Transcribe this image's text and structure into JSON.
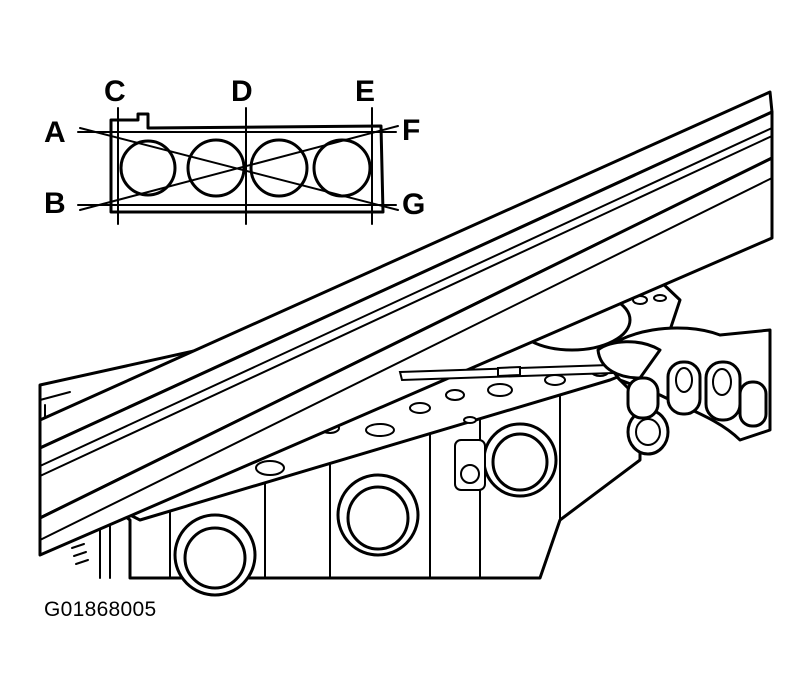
{
  "labels": {
    "a": "A",
    "b": "B",
    "c": "C",
    "d": "D",
    "e": "E",
    "f": "F",
    "g": "G"
  },
  "figure_code": "G01868005"
}
